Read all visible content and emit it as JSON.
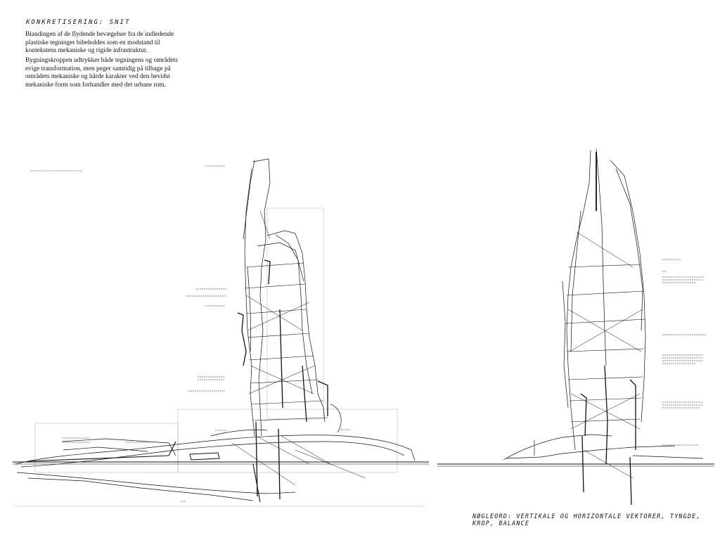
{
  "sheet": {
    "heading": "KONKRETISERING: SNIT",
    "paragraph_1": "Blandingen af de flydende bevægelser fra de indledende plastiske tegninger bibeholdes som en modstand til kontekstens mekaniske og rigide infrastruktur.",
    "paragraph_2": "Bygningskroppen udtrykker både tegningens og områdets evige transformation, men peger samtidig på tilbage på områdets mekaniske og hårde karakter ved den bevidst mekaniske form som forhandler med det urbane rum.",
    "keywords": "NØGLEORD: VERTIKALE OG HORIZONTALE VEKTORER, TYNGDE, KROP, BALANCE"
  },
  "drawing": {
    "line_color": "#111111",
    "faint_color": "#9a9a9a"
  }
}
